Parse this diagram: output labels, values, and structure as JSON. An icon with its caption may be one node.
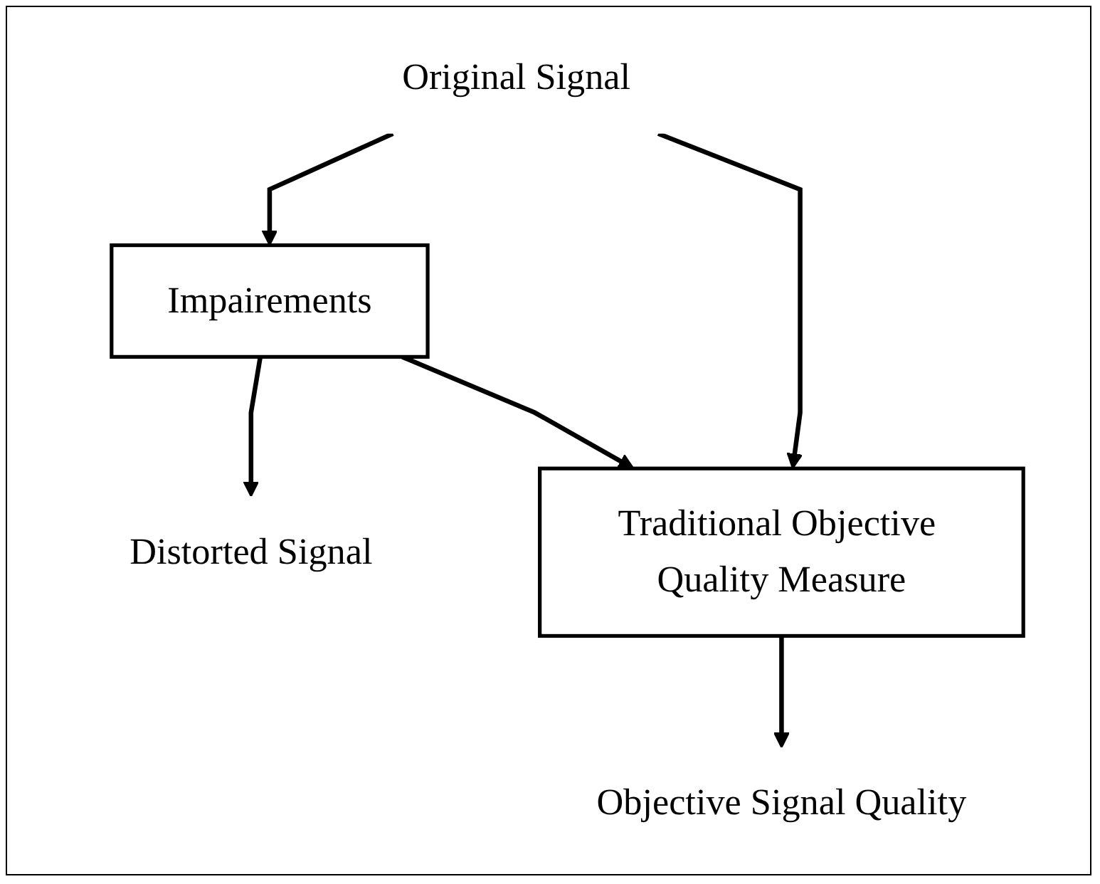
{
  "diagram": {
    "nodes": [
      {
        "text": [
          "Original Signal"
        ]
      },
      {
        "text": [
          "Impairements"
        ]
      },
      {
        "text": [
          "Distorted Signal"
        ]
      },
      {
        "text": [
          "Traditional Objective Quality Measure"
        ]
      },
      {
        "text": [
          "Objective Signal Quality"
        ]
      }
    ],
    "edges": [
      {
        "from": 0,
        "to": 1,
        "arrow": "to"
      },
      {
        "from": 1,
        "to": 2,
        "arrow": "to"
      },
      {
        "from": 0,
        "to": 3,
        "arrow": "to"
      },
      {
        "from": 1,
        "to": 3,
        "arrow": "to"
      },
      {
        "from": 3,
        "to": 4,
        "arrow": "to"
      }
    ]
  }
}
